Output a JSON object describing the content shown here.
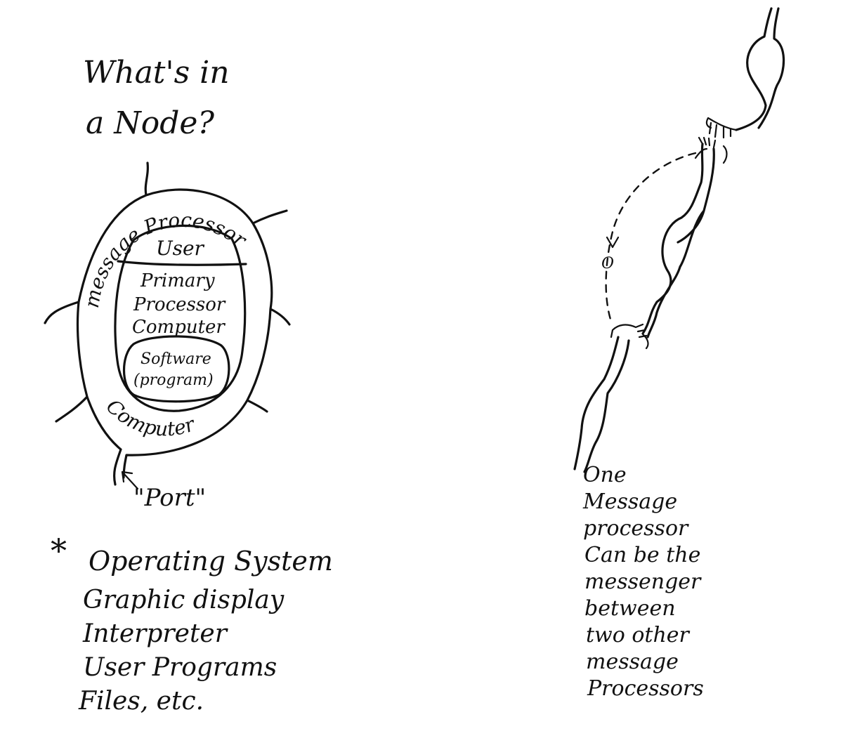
{
  "left_panel": {
    "title_line1": "What's in",
    "title_line2": "a Node?",
    "node": {
      "outer_ring_top": "message Processor",
      "outer_ring_bottom": "Computer",
      "user": "User",
      "primary_line1": "Primary",
      "primary_line2": "Processor",
      "primary_line3": "Computer",
      "software_line1": "Software",
      "software_line2": "(program)"
    },
    "port_label": "\"Port\"",
    "asterisk": "*",
    "software_list": [
      "Operating System",
      "Graphic display",
      "Interpreter",
      "User Programs",
      "Files, etc."
    ]
  },
  "right_panel": {
    "floating_glyph": "O",
    "caption_lines": [
      "One",
      "Message",
      "processor",
      "Can be the",
      "messenger",
      "between",
      "two other",
      "message",
      "Processors"
    ]
  }
}
